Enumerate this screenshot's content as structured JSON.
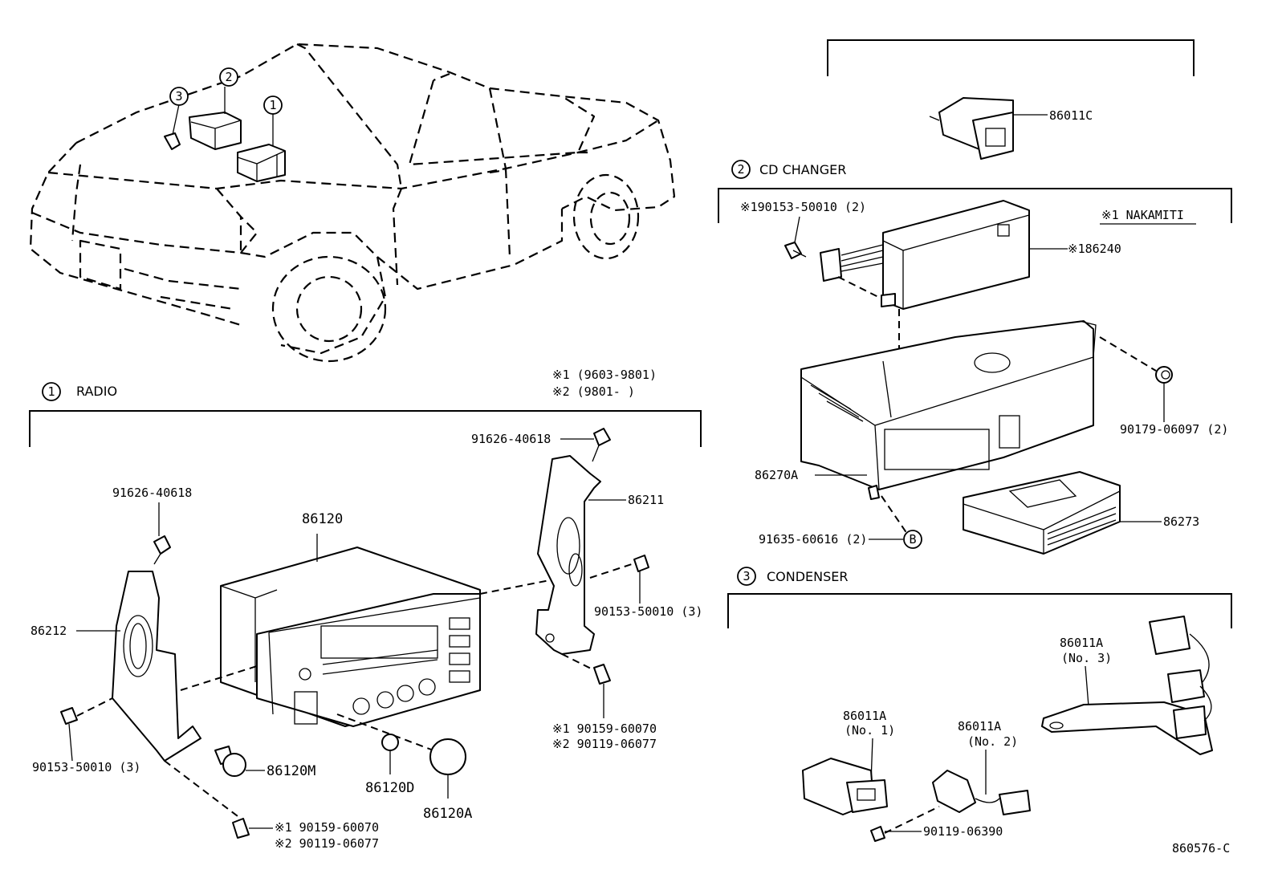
{
  "diagram_code": "860576-C",
  "callout_numbers": [
    "1",
    "2",
    "3"
  ],
  "callout_b": "B",
  "sections": {
    "radio": {
      "title": "RADIO"
    },
    "cd_changer": {
      "title": "CD CHANGER"
    },
    "condenser": {
      "title": "CONDENSER"
    }
  },
  "legend": {
    "line1": "※1 (9603-9801)",
    "line2": "※2 (9801-    )"
  },
  "nakamiti_note": "※1 NAKAMITI",
  "parts": {
    "p86011c": "86011C",
    "p90153_top": "※190153-50010 (2)",
    "p86240": "※186240",
    "p90179": "90179-06097 (2)",
    "p86270a": "86270A",
    "p91635": "91635-60616 (2)",
    "p86273": "86273",
    "p91626_right": "91626-40618",
    "p86211": "86211",
    "p90153_right": "90153-50010 (3)",
    "p90159_right_1": "※1 90159-60070",
    "p90119_right_2": "※2 90119-06077",
    "p91626_left": "91626-40618",
    "p86120": "86120",
    "p86212": "86212",
    "p90153_left": "90153-50010 (3)",
    "p86120m": "86120M",
    "p86120d": "86120D",
    "p86120a": "86120A",
    "p90159_bottom_1": "※1 90159-60070",
    "p90119_bottom_2": "※2 90119-06077",
    "p86011a_no3": "86011A",
    "p86011a_no3_sub": "(No. 3)",
    "p86011a_no1": "86011A",
    "p86011a_no1_sub": "(No. 1)",
    "p86011a_no2": "86011A",
    "p86011a_no2_sub": "(No. 2)",
    "p90119_06390": "90119-06390"
  }
}
